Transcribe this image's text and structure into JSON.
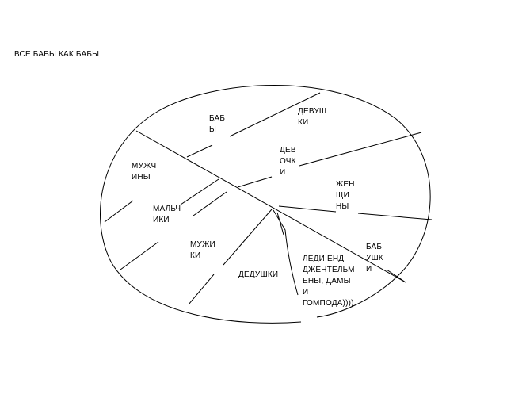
{
  "title": "ВСЕ БАБЫ КАК БАБЫ",
  "colors": {
    "background": "#ffffff",
    "ink": "#000000"
  },
  "labels": {
    "babi": "БАБ\nЫ",
    "devushki": "ДЕВУШ\nКИ",
    "devochki": "ДЕВ\nОЧК\nИ",
    "muzhchiny": "МУЖЧ\nИНЫ",
    "zhenshchiny": "ЖЕН\nЩИ\nНЫ",
    "malchiki": "МАЛЬЧ\nИКИ",
    "muzhiki": "МУЖИ\nКИ",
    "babushki": "БАБ\nУШК\nИ",
    "dedushki": "ДЕДУШКИ",
    "ledi": "ЛЕДИ ЕНД\nДЖЕНТЕЛЬМ\nЕНЫ, ДАМЫ\nИ\nГОМПОДА))))"
  }
}
